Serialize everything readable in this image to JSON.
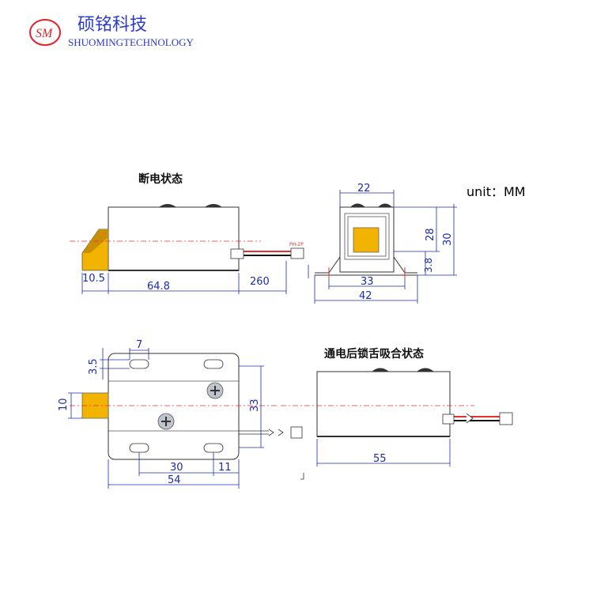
{
  "brand": {
    "logo_text": "SM",
    "name_cn": "硕铭科技",
    "name_en": "SHUOMINGTECHNOLOGY",
    "logo_color": "#e2242c",
    "text_color": "#2b3bd1"
  },
  "unit_label": "unit：MM",
  "views": {
    "side_off_title": "断电状态",
    "side_on_title": "通电后锁舌吸合状态",
    "connector_label": "PH-2P"
  },
  "dimensions": {
    "tongue_ext": "10.5",
    "body_len": "64.8",
    "wire_len": "260",
    "end_top": "22",
    "end_h_inner": "28",
    "end_h_total": "30",
    "end_flange_h": "3.8",
    "end_base_inner": "33",
    "end_base_total": "42",
    "slot_w": "7",
    "slot_h": "3.5",
    "tongue_h": "10",
    "plate_h": "33",
    "hole_pitch": "30",
    "hole_edge": "11",
    "plate_w": "54",
    "body_retracted": "55"
  },
  "colors": {
    "tongue": "#f2b400",
    "dimension": "#1a2bb5",
    "centerline": "#e53030",
    "wire_red": "#e53030",
    "wire_black": "#111111"
  }
}
